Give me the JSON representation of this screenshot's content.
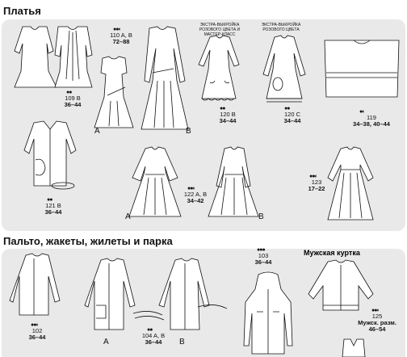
{
  "sections": {
    "dresses_title": "Платья",
    "coats_title": "Пальто, жакеты, жилеты и парка",
    "mens_jacket_title": "Мужская куртка"
  },
  "dresses": [
    {
      "num": "109 B",
      "sizes": "36–44",
      "dots": "●●"
    },
    {
      "num": "110 A, B",
      "sizes": "72–88",
      "dots": "●●◐"
    },
    {
      "num": "120 B",
      "sizes": "34–44",
      "dots": "●●",
      "note": "ЭКСТРА-ВЫКРОЙКА РОЗОВОГО ЦВЕТА И МАСТЕР-КЛАСС"
    },
    {
      "num": "120 C",
      "sizes": "34–44",
      "dots": "●●",
      "note": "ЭКСТРА-ВЫКРОЙКА РОЗОВОГО ЦВЕТА"
    },
    {
      "num": "119",
      "sizes": "34–38, 40–44",
      "dots": "●◐"
    },
    {
      "num": "121 B",
      "sizes": "36–44",
      "dots": "●●"
    },
    {
      "num": "122 A, B",
      "sizes": "34–42",
      "dots": "●●◐"
    },
    {
      "num": "123",
      "sizes": "17–22",
      "dots": "●●◐"
    }
  ],
  "coats": [
    {
      "num": "102",
      "sizes": "36–44",
      "dots": "●●◐"
    },
    {
      "num": "104 A, B",
      "sizes": "36–44",
      "dots": "●●"
    },
    {
      "num": "103",
      "sizes": "36–44",
      "dots": "●●●"
    },
    {
      "num": "125",
      "sizes_label": "Мужск. разм.",
      "sizes": "46–54",
      "dots": "●●◐"
    }
  ],
  "variant_labels": {
    "a": "A",
    "b": "B"
  }
}
